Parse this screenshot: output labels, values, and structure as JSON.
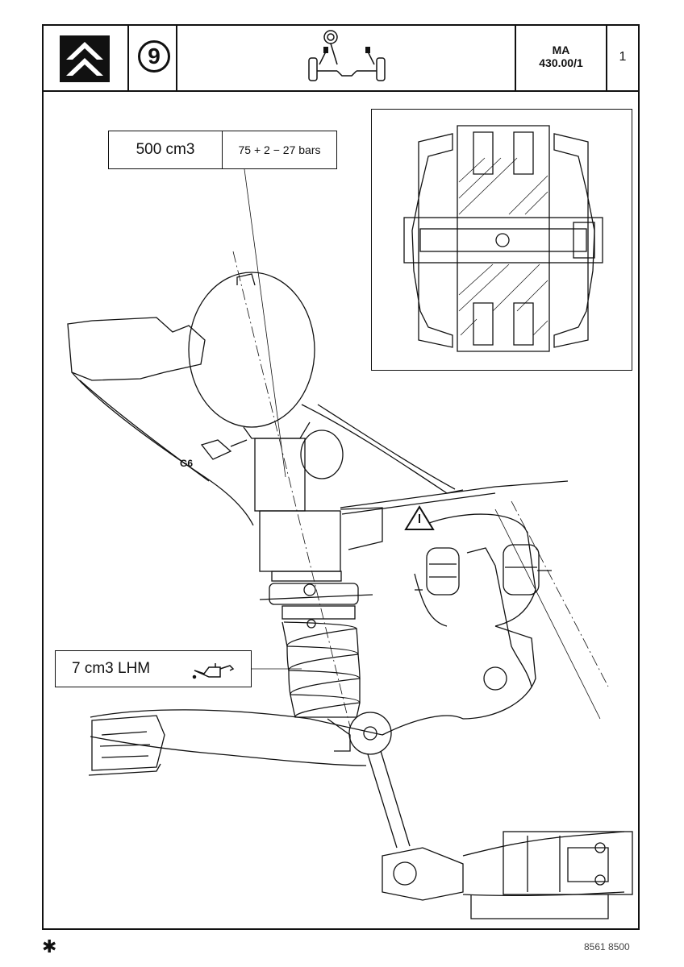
{
  "header": {
    "section_number": "9",
    "doc_ref_line1": "MA",
    "doc_ref_line2": "430.00/1",
    "page_number": "1"
  },
  "callouts": {
    "sphere_volume": "500 cm3",
    "sphere_pressure": "75 + 2 − 27 bars",
    "oil_volume": "7 cm3 LHM",
    "grease_label": "G6"
  },
  "footer": {
    "mark": "✱",
    "code": "8561 8500"
  },
  "icons": [
    "brand-chevrons-icon",
    "steering-axle-icon",
    "warning-triangle-icon",
    "oil-can-icon"
  ]
}
